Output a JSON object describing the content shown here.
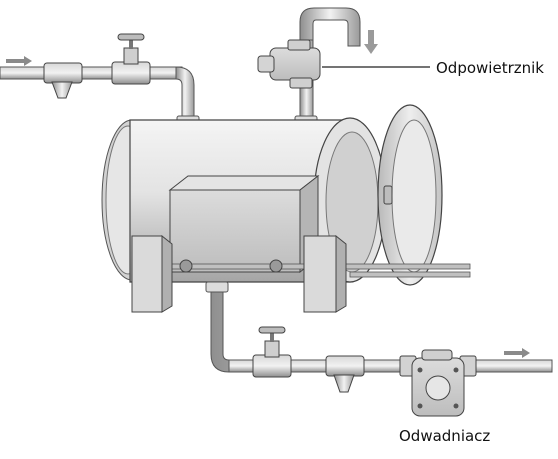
{
  "labels": {
    "air_vent": "Odpowietrznik",
    "steam_trap": "Odwadniacz"
  },
  "colors": {
    "pipe": "#a9a9a9",
    "body_light": "#e9e9e9",
    "body_mid": "#c9c9c9",
    "body_dark": "#8e8e8e",
    "outline": "#4a4a4a"
  },
  "icons": {
    "flow_in": "arrow-right",
    "flow_out": "arrow-right",
    "vent_discharge": "arrow-down"
  }
}
